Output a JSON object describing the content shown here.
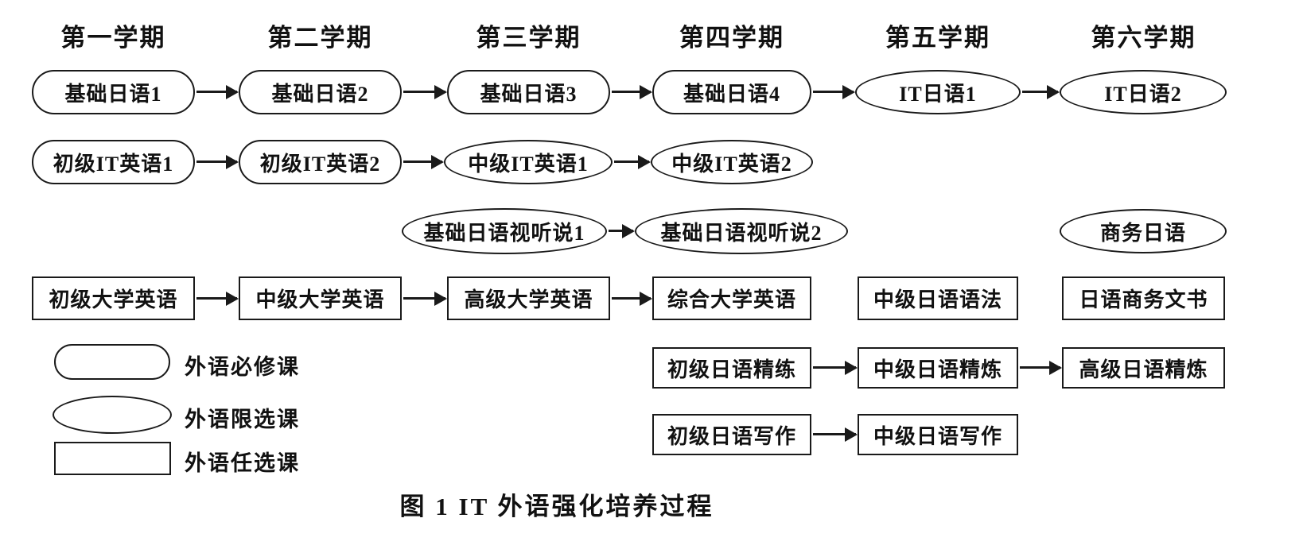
{
  "colors": {
    "ink": "#1a1a1a",
    "background": "#ffffff"
  },
  "headers": [
    "第一学期",
    "第二学期",
    "第三学期",
    "第四学期",
    "第五学期",
    "第六学期"
  ],
  "rows": {
    "r1": [
      "基础日语1",
      "基础日语2",
      "基础日语3",
      "基础日语4",
      "IT日语1",
      "IT日语2"
    ],
    "r2": [
      "初级IT英语1",
      "初级IT英语2",
      "中级IT英语1",
      "中级IT英语2"
    ],
    "r3": [
      "基础日语视听说1",
      "基础日语视听说2",
      "商务日语"
    ],
    "r4": [
      "初级大学英语",
      "中级大学英语",
      "高级大学英语",
      "综合大学英语",
      "中级日语语法",
      "日语商务文书"
    ],
    "r5": [
      "初级日语精练",
      "中级日语精炼",
      "高级日语精炼"
    ],
    "r6": [
      "初级日语写作",
      "中级日语写作"
    ]
  },
  "legend": {
    "items": [
      {
        "shape": "stadium",
        "label": "外语必修课"
      },
      {
        "shape": "ellipse",
        "label": "外语限选课"
      },
      {
        "shape": "rect",
        "label": "外语任选课"
      }
    ]
  },
  "caption": "图 1  IT 外语强化培养过程"
}
